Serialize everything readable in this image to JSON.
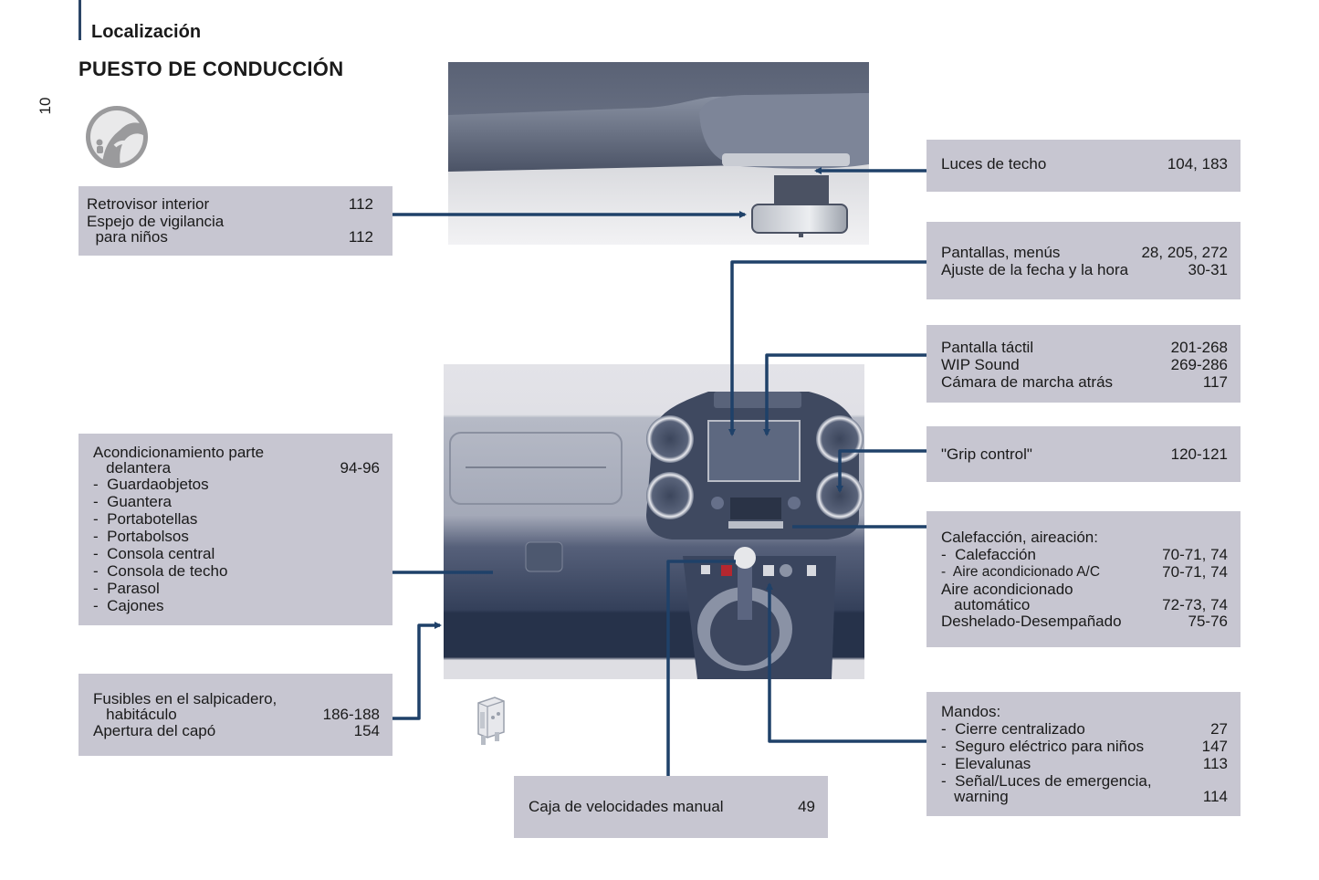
{
  "header": {
    "section": "Localización",
    "title": "PUESTO DE CONDUCCIÓN",
    "page_number": "10",
    "section_icon": "driver-steering-wheel-icon"
  },
  "colors": {
    "callout_box": "#c7c6d1",
    "leader_line": "#1f4169",
    "section_bar": "#2b4566"
  },
  "callouts": {
    "mirror": {
      "rows": [
        {
          "label": "Retrovisor interior",
          "ref": "112"
        },
        {
          "label": "Espejo de vigilancia",
          "ref": ""
        },
        {
          "label": "  para niños",
          "ref": "112"
        }
      ]
    },
    "roof_lights": {
      "rows": [
        {
          "label": "Luces de techo",
          "ref": "104, 183"
        }
      ]
    },
    "screens": {
      "rows": [
        {
          "label": "Pantallas, menús",
          "ref": "28, 205, 272"
        },
        {
          "label": "Ajuste de la fecha y la hora",
          "ref": "30-31"
        }
      ]
    },
    "touch_screen": {
      "rows": [
        {
          "label": "Pantalla táctil",
          "ref": "201-268"
        },
        {
          "label": "WIP Sound",
          "ref": "269-286"
        },
        {
          "label": "Cámara de marcha atrás",
          "ref": "117"
        }
      ]
    },
    "grip_control": {
      "rows": [
        {
          "label": "\"Grip control\"",
          "ref": "120-121"
        }
      ]
    },
    "heating": {
      "rows": [
        {
          "label": "Calefacción, aireación:",
          "ref": ""
        },
        {
          "label": "-  Calefacción",
          "ref": "70-71, 74"
        },
        {
          "label": "-  Aire acondicionado A/C",
          "ref": "70-71, 74"
        },
        {
          "label": "Aire acondicionado",
          "ref": ""
        },
        {
          "label": "   automático",
          "ref": "72-73, 74"
        },
        {
          "label": "Deshelado-Desempañado",
          "ref": "75-76"
        }
      ]
    },
    "controls": {
      "rows": [
        {
          "label": "Mandos:",
          "ref": ""
        },
        {
          "label": "-  Cierre centralizado",
          "ref": "27"
        },
        {
          "label": "-  Seguro eléctrico para niños",
          "ref": "147"
        },
        {
          "label": "-  Elevalunas",
          "ref": "113"
        },
        {
          "label": "-  Señal/Luces de emergencia,",
          "ref": ""
        },
        {
          "label": "   warning",
          "ref": "114"
        }
      ]
    },
    "storage": {
      "rows": [
        {
          "label": "Acondicionamiento parte",
          "ref": ""
        },
        {
          "label": "   delantera",
          "ref": "94-96"
        },
        {
          "label": "-  Guardaobjetos",
          "ref": ""
        },
        {
          "label": "-  Guantera",
          "ref": ""
        },
        {
          "label": "-  Portabotellas",
          "ref": ""
        },
        {
          "label": "-  Portabolsos",
          "ref": ""
        },
        {
          "label": "-  Consola central",
          "ref": ""
        },
        {
          "label": "-  Consola de techo",
          "ref": ""
        },
        {
          "label": "-  Parasol",
          "ref": ""
        },
        {
          "label": "-  Cajones",
          "ref": ""
        }
      ]
    },
    "fuses": {
      "rows": [
        {
          "label": "Fusibles en el salpicadero,",
          "ref": ""
        },
        {
          "label": "   habitáculo",
          "ref": "186-188"
        },
        {
          "label": "Apertura del capó",
          "ref": "154"
        }
      ]
    },
    "gearbox": {
      "rows": [
        {
          "label": "Caja de velocidades manual",
          "ref": "49"
        }
      ]
    }
  },
  "illustrations": {
    "top": "roof-console-and-rear-view-mirror",
    "main": "dashboard-and-center-console",
    "fuse": "fuse-icon"
  }
}
